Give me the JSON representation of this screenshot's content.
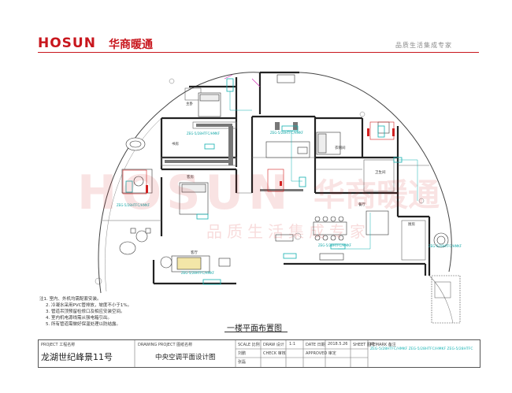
{
  "header": {
    "logo_text": "HOSUN",
    "logo_cn": "华商暖通",
    "slogan": "品质生活集成专家"
  },
  "watermark": {
    "main": "HOSUN",
    "cn": "华商暖通",
    "slogan": "品质生活集成专家"
  },
  "plan": {
    "room_labels": [
      "主卧",
      "书房",
      "客房",
      "客厅",
      "餐厅",
      "厨房",
      "卫生间",
      "衣帽间"
    ],
    "unit_labels": [
      "ZEG-5/28HTFC/HMKF",
      "ZEG-5/28HTFC/HMKF",
      "ZEG-5/28HTFC/HMKF",
      "ZEG-5/28HTFC/HMKF",
      "ZEG-5/28HTFC/HMKF",
      "ZEG-5/28HTFC/HMKF"
    ],
    "drawing_title": "一楼平面布置图"
  },
  "notes": [
    "注1. 室内、外机均需配套安装。",
    "2. 冷凝水采用PVC管排放，坡度不小于1%。",
    "3. 管道吊顶预留检修口及相应安装空间。",
    "4. 室内机电源线需从强电箱引出。",
    "5. 所有管道需做好保温处理以防结露。"
  ],
  "title_block": {
    "project_label": "PROJECT 工程名称",
    "project_name": "龙湖世纪峰景11号",
    "drawing_label": "DRAWING PROJECT 图纸名称",
    "drawing_name": "中央空调平面设计图",
    "drawn_by_label": "DRAW 设计",
    "checked_by_label": "CHECK 审核",
    "scale_label": "SCALE 比例",
    "scale_value": "1:1",
    "date_label": "DATE 日期",
    "date_value": "2018.5.26",
    "sheet_label": "SHEET 图号",
    "approved_label": "APPROVED 审定",
    "remark_label": "REMARK 备注",
    "remark_value": "ZEG-5/28HTFC/HMKF  ZEG-5/28HTFC/HMKF  ZEG-5/28HTFC",
    "designer_value": "刘鹏",
    "checker_value": "张磊"
  }
}
